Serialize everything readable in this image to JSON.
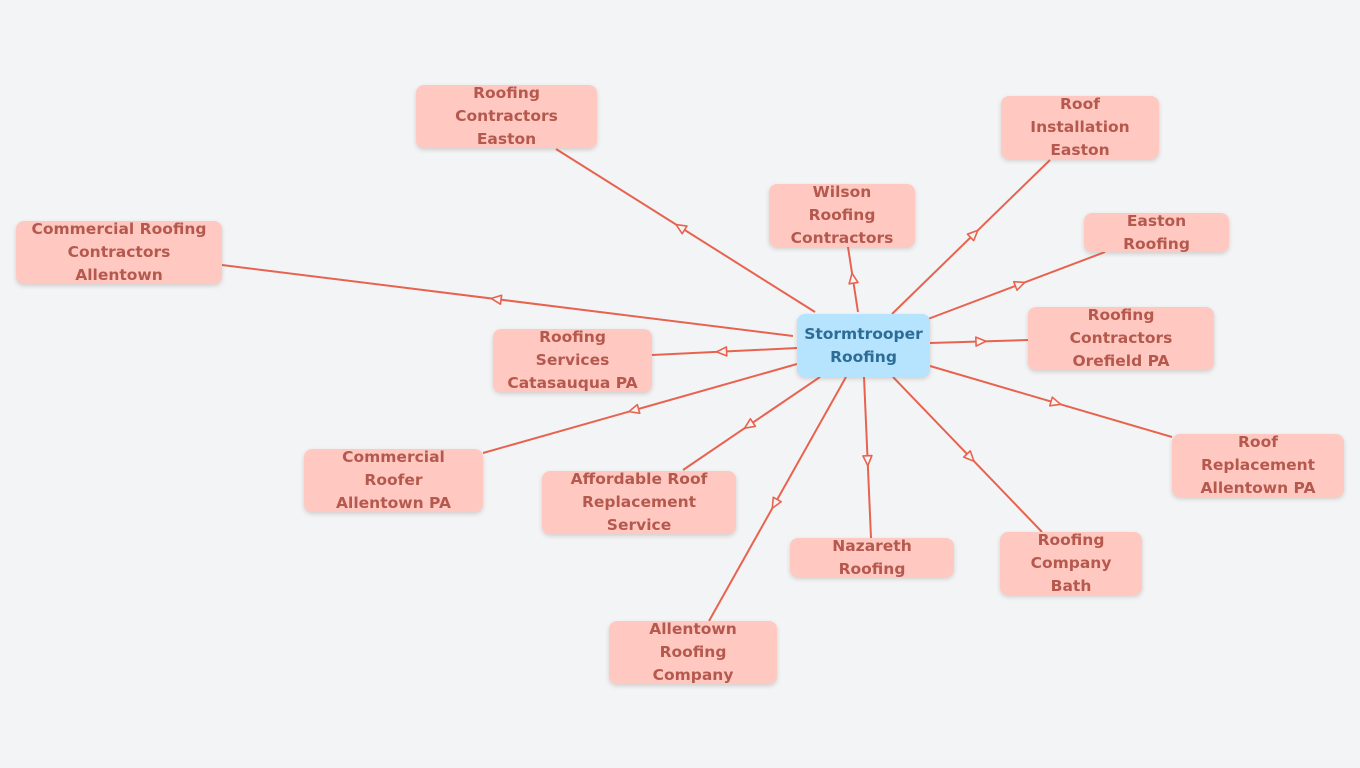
{
  "colors": {
    "background": "#f3f4f6",
    "edge": "#e8634f",
    "node_fill": "#ffc9c2",
    "node_text": "#b5594e",
    "root_fill": "#b6e3fd",
    "root_text": "#2c6d97"
  },
  "root": {
    "label": "Stormtrooper\nRoofing"
  },
  "nodes": [
    {
      "label": "Roofing\nContractors Easton"
    },
    {
      "label": "Roof Installation\nEaston"
    },
    {
      "label": "Wilson Roofing\nContractors"
    },
    {
      "label": "Easton Roofing"
    },
    {
      "label": "Commercial Roofing\nContractors Allentown"
    },
    {
      "label": "Roofing Contractors\nOrefield PA"
    },
    {
      "label": "Roofing Services\nCatasauqua PA"
    },
    {
      "label": "Roof Replacement\nAllentown PA"
    },
    {
      "label": "Commercial Roofer\nAllentown PA"
    },
    {
      "label": "Affordable Roof\nReplacement Service"
    },
    {
      "label": "Nazareth Roofing"
    },
    {
      "label": "Roofing\nCompany Bath"
    },
    {
      "label": "Allentown\nRoofing Company"
    }
  ]
}
